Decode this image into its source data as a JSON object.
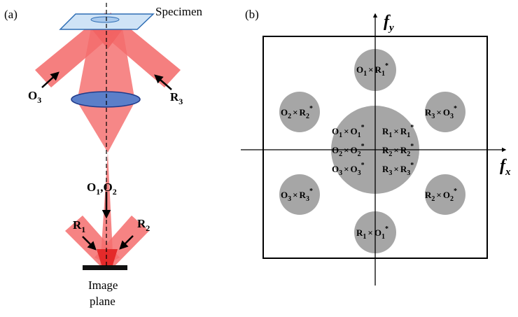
{
  "panel_a": {
    "label": "(a)",
    "specimen_label": "Specimen",
    "beam_o3": {
      "main": "O",
      "sub": "3"
    },
    "beam_r3": {
      "main": "R",
      "sub": "3"
    },
    "beam_o1o2": {
      "main1": "O",
      "sub1": "1",
      "sep": ",",
      "main2": "O",
      "sub2": "2"
    },
    "beam_r1": {
      "main": "R",
      "sub": "1"
    },
    "beam_r2": {
      "main": "R",
      "sub": "2"
    },
    "image_plane_line1": "Image",
    "image_plane_line2": "plane"
  },
  "panel_b": {
    "label": "(b)",
    "axis_fy": {
      "main": "f",
      "sub": "y"
    },
    "axis_fx": {
      "main": "f",
      "sub": "x"
    },
    "top": {
      "a": "O",
      "as": "1",
      "b": "R",
      "bs": "1"
    },
    "bottom": {
      "a": "R",
      "as": "1",
      "b": "O",
      "bs": "1"
    },
    "upper_left": {
      "a": "O",
      "as": "2",
      "b": "R",
      "bs": "2"
    },
    "upper_right": {
      "a": "R",
      "as": "3",
      "b": "O",
      "bs": "3"
    },
    "lower_left": {
      "a": "O",
      "as": "3",
      "b": "R",
      "bs": "3"
    },
    "lower_right": {
      "a": "R",
      "as": "2",
      "b": "O",
      "bs": "2"
    },
    "center": [
      {
        "a": "O",
        "as": "1",
        "b": "O",
        "bs": "1"
      },
      {
        "a": "R",
        "as": "1",
        "b": "R",
        "bs": "1"
      },
      {
        "a": "O",
        "as": "2",
        "b": "O",
        "bs": "2"
      },
      {
        "a": "R",
        "as": "2",
        "b": "R",
        "bs": "2"
      },
      {
        "a": "O",
        "as": "3",
        "b": "O",
        "bs": "3"
      },
      {
        "a": "R",
        "as": "3",
        "b": "R",
        "bs": "3"
      }
    ],
    "times_symbol": "×",
    "conj_symbol": "*"
  },
  "colors": {
    "beam": "#f46d6d",
    "beam_overlap": "#e83535",
    "lens_fill": "#5b7fc9",
    "lens_stroke": "#1f3a8a",
    "specimen_fill": "#cfe3f6",
    "specimen_stroke": "#2e6db4",
    "spot": "#a6a6a6"
  }
}
